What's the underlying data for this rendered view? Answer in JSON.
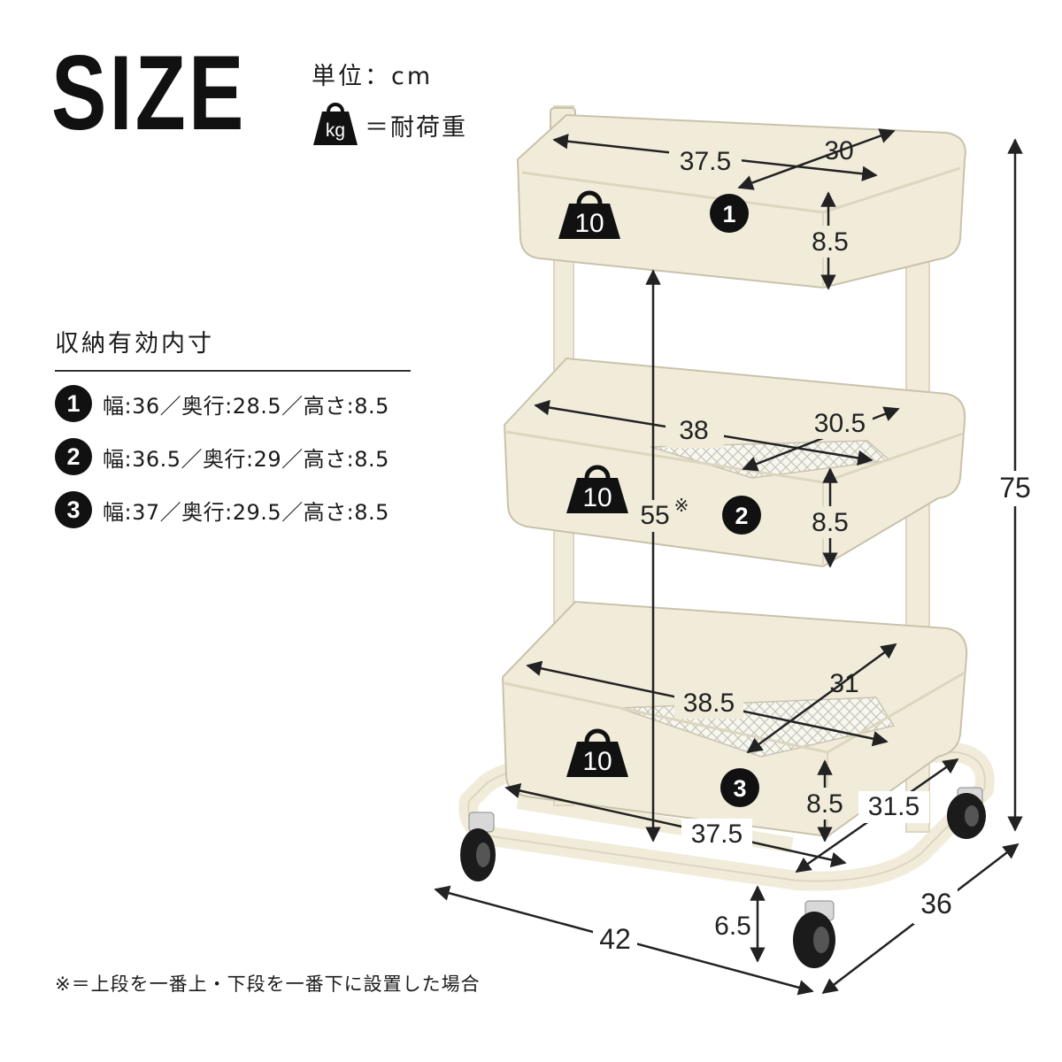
{
  "title": "SIZE",
  "unit_label": "単位：cm",
  "kg_icon_label": "kg",
  "load_label": "＝耐荷重",
  "storage_heading": "収納有効内寸",
  "specs": [
    {
      "badge": "1",
      "text": "幅:36／奥行:28.5／高さ:8.5"
    },
    {
      "badge": "2",
      "text": "幅:36.5／奥行:29／高さ:8.5"
    },
    {
      "badge": "3",
      "text": "幅:37／奥行:29.5／高さ:8.5"
    }
  ],
  "footnote": "※＝上段を一番上・下段を一番下に設置した場合",
  "tiers": [
    {
      "badge": "1",
      "load": "10",
      "width": "37.5",
      "depth": "30",
      "height": "8.5"
    },
    {
      "badge": "2",
      "load": "10",
      "width": "38",
      "depth": "30.5",
      "height": "8.5"
    },
    {
      "badge": "3",
      "load": "10",
      "width": "38.5",
      "depth": "31",
      "height": "8.5"
    }
  ],
  "base": {
    "width": "37.5",
    "depth": "31.5"
  },
  "overall": {
    "height": "75",
    "width": "42",
    "depth": "36",
    "clearance": "6.5",
    "shelf_gap": "55",
    "shelf_gap_note": "※"
  },
  "colors": {
    "cart": "#f1ecda",
    "cart_shadow": "#ddd6bf",
    "line": "#222222",
    "badge": "#111111"
  }
}
